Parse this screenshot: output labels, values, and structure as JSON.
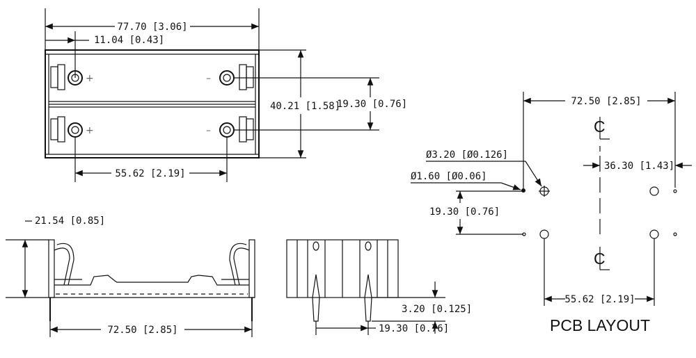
{
  "top_view": {
    "overall_width": "77.70 [3.06]",
    "terminal_offset": "11.04 [0.43]",
    "overall_height": "40.21 [1.58]",
    "cell_pitch": "19.30 [0.76]",
    "terminal_span": "55.62 [2.19]",
    "plus": "+",
    "minus": "–"
  },
  "side_view": {
    "height": "21.54 [0.85]",
    "base_width": "72.50 [2.85]"
  },
  "end_view": {
    "pin_length": "3.20 [0.125]",
    "pin_pitch": "19.30 [0.76]"
  },
  "pcb": {
    "title": "PCB LAYOUT",
    "width": "72.50 [2.85]",
    "half_width": "36.30 [1.43]",
    "hole_large": "Ø3.20 [Ø0.126]",
    "hole_small": "Ø1.60 [Ø0.06]",
    "row_pitch": "19.30 [0.76]",
    "pad_span": "55.62 [2.19]",
    "centerline": "C"
  }
}
